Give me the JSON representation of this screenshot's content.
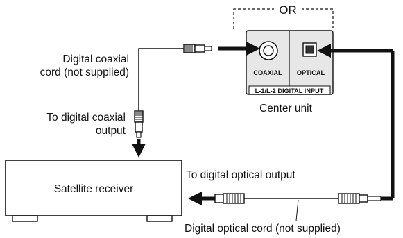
{
  "labels": {
    "or": "OR",
    "coaxial_jack": "COAXIAL",
    "optical_jack": "OPTICAL",
    "digital_input": "L-1/L-2 DIGITAL  INPUT",
    "center_unit": "Center unit",
    "digital_coaxial_cord_line1": "Digital coaxial",
    "digital_coaxial_cord_line2": "cord (not supplied)",
    "to_coaxial_output_line1": "To digital coaxial",
    "to_coaxial_output_line2": "output",
    "to_optical_output": "To digital optical output",
    "satellite_receiver": "Satellite receiver",
    "digital_optical_cord": "Digital optical cord (not supplied)"
  },
  "colors": {
    "line": "#111111",
    "panel_fill": "#e7e7e7",
    "background": "#ffffff"
  }
}
